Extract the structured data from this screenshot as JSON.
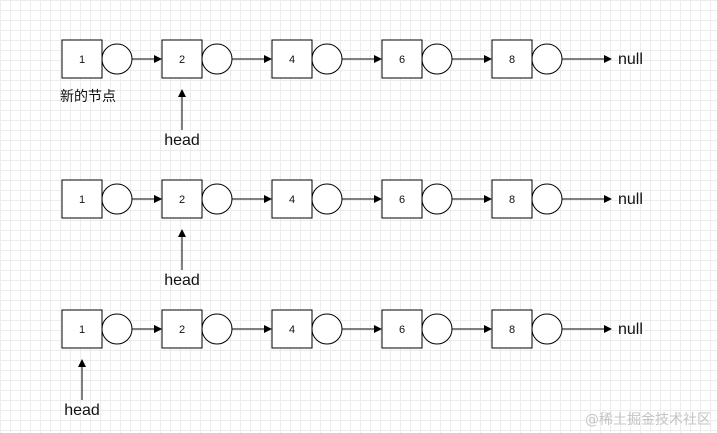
{
  "colors": {
    "stroke": "#000000",
    "text": "#111111",
    "watermark": "#c4c4c4"
  },
  "rows": [
    {
      "nodes": [
        "1",
        "2",
        "4",
        "6",
        "8"
      ],
      "links": [
        false,
        true,
        true,
        true,
        true
      ],
      "terminal": "null",
      "head_at": 1,
      "head_label": "head",
      "new_node_label": "新的节点"
    },
    {
      "nodes": [
        "1",
        "2",
        "4",
        "6",
        "8"
      ],
      "links": [
        true,
        true,
        true,
        true,
        true
      ],
      "terminal": "null",
      "head_at": 1,
      "head_label": "head"
    },
    {
      "nodes": [
        "1",
        "2",
        "4",
        "6",
        "8"
      ],
      "links": [
        true,
        true,
        true,
        true,
        true
      ],
      "terminal": "null",
      "head_at": 0,
      "head_label": "head"
    }
  ],
  "watermark": "@稀土掘金技术社区"
}
